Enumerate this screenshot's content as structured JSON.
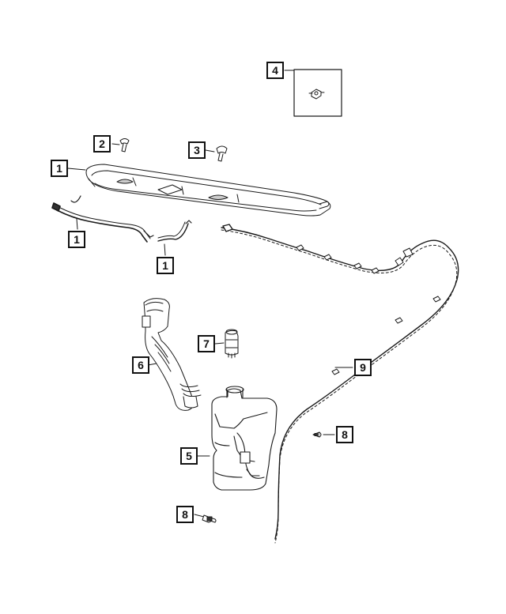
{
  "diagram": {
    "callouts": {
      "c1_cowl": "1",
      "c1_hose_left": "1",
      "c1_hose_right": "1",
      "c2_clip": "2",
      "c3_nozzle": "3",
      "c4_inset": "4",
      "c5_reservoir": "5",
      "c6_filler_neck": "6",
      "c7_pump": "7",
      "c8_rivet_upper": "8",
      "c8_rivet_lower": "8",
      "c9_hose_assembly": "9"
    }
  }
}
